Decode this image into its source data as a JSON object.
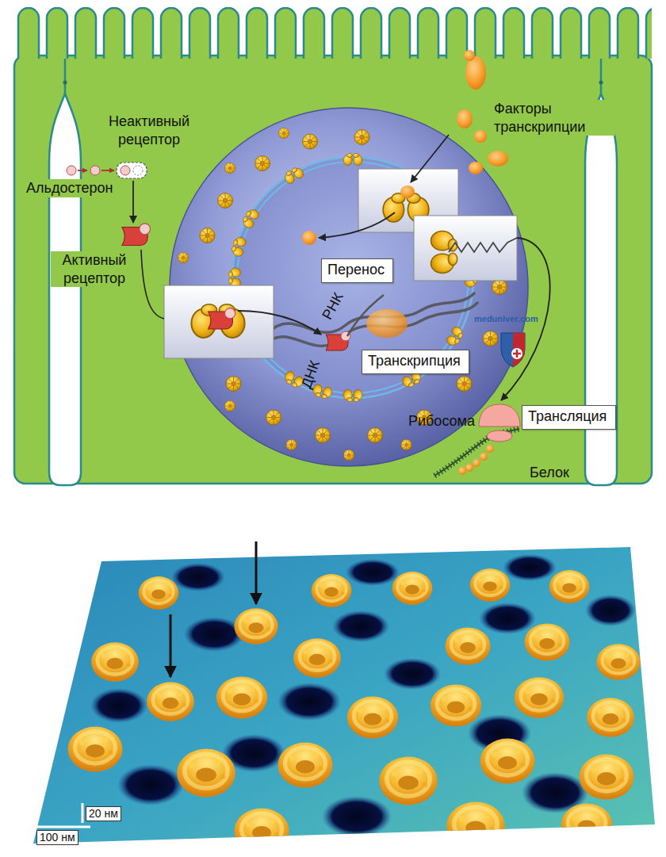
{
  "diagram": {
    "nodes": [
      {
        "text": [
          "Перенос"
        ]
      },
      {
        "text": [
          "Транскрипция"
        ]
      },
      {
        "text": [
          "Трансляция"
        ]
      }
    ],
    "labels": [
      "Неактивный рецептор",
      "Альдостерон",
      "Активный рецептор",
      "Факторы транскрипции",
      "РНК",
      "ДНК",
      "Рибосома",
      "Белок",
      "meduniver.com",
      "20 нм",
      "100 нм"
    ]
  }
}
